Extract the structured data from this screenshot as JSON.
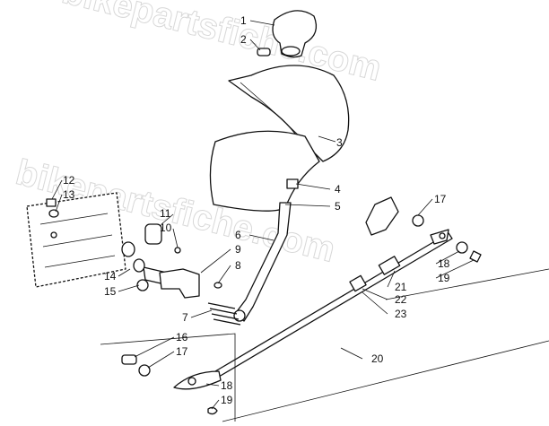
{
  "watermark": {
    "text": "bikepartsfiche.com"
  },
  "callouts": [
    {
      "id": "c1",
      "text": "1"
    },
    {
      "id": "c2",
      "text": "2"
    },
    {
      "id": "c3",
      "text": "3"
    },
    {
      "id": "c4",
      "text": "4"
    },
    {
      "id": "c5",
      "text": "5"
    },
    {
      "id": "c6",
      "text": "6"
    },
    {
      "id": "c7",
      "text": "7"
    },
    {
      "id": "c8",
      "text": "8"
    },
    {
      "id": "c9",
      "text": "9"
    },
    {
      "id": "c10",
      "text": "10"
    },
    {
      "id": "c11",
      "text": "11"
    },
    {
      "id": "c12",
      "text": "12"
    },
    {
      "id": "c13",
      "text": "13"
    },
    {
      "id": "c14",
      "text": "14"
    },
    {
      "id": "c15",
      "text": "15"
    },
    {
      "id": "c16",
      "text": "16"
    },
    {
      "id": "c17a",
      "text": "17"
    },
    {
      "id": "c17b",
      "text": "17"
    },
    {
      "id": "c18a",
      "text": "18"
    },
    {
      "id": "c18b",
      "text": "18"
    },
    {
      "id": "c19a",
      "text": "19"
    },
    {
      "id": "c19b",
      "text": "19"
    },
    {
      "id": "c20",
      "text": "20"
    },
    {
      "id": "c21",
      "text": "21"
    },
    {
      "id": "c22",
      "text": "22"
    },
    {
      "id": "c23",
      "text": "23"
    }
  ]
}
